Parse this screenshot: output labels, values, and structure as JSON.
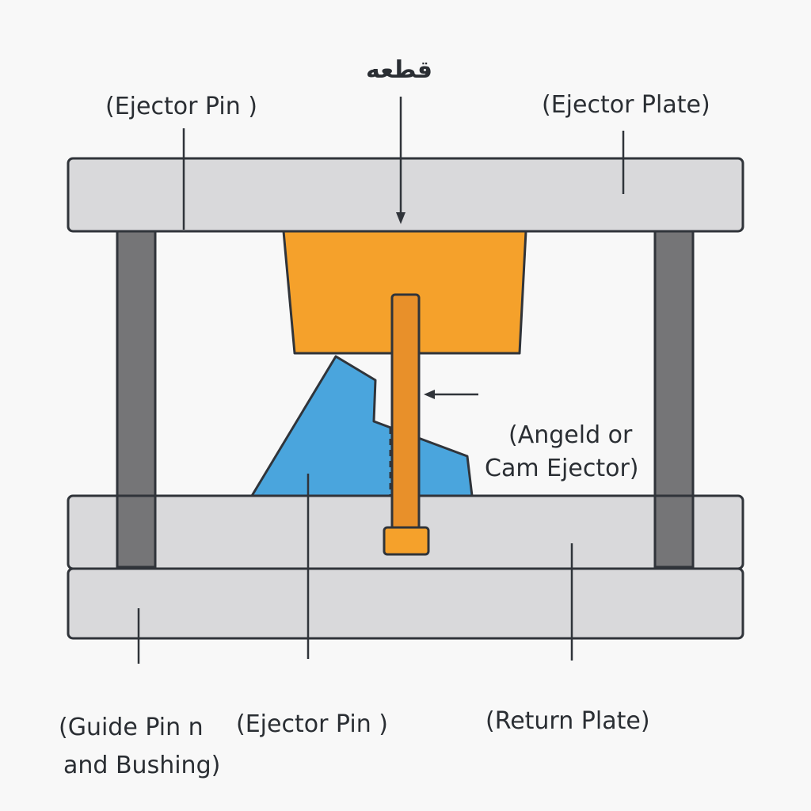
{
  "labels": {
    "part": "قطعه",
    "ejector_pin_top": "(Ejector Pin  )",
    "ejector_plate": "(Ejector Plate)",
    "angled_line1": "(Angeld or",
    "angled_line2": "Cam Ejector)",
    "guide_line1": "(Guide Pin n",
    "guide_line2": "and Bushing)",
    "ejector_pin_bottom": "(Ejector Pin )",
    "return_plate": "(Return Plate)"
  },
  "colors": {
    "plate_fill": "#d9d9db",
    "outline": "#30343a",
    "guide_pin": "#757577",
    "part_orange": "#f5a12b",
    "pin_orange": "#e8902a",
    "cam_blue": "#4aa5dd",
    "background": "#f8f8f8"
  }
}
